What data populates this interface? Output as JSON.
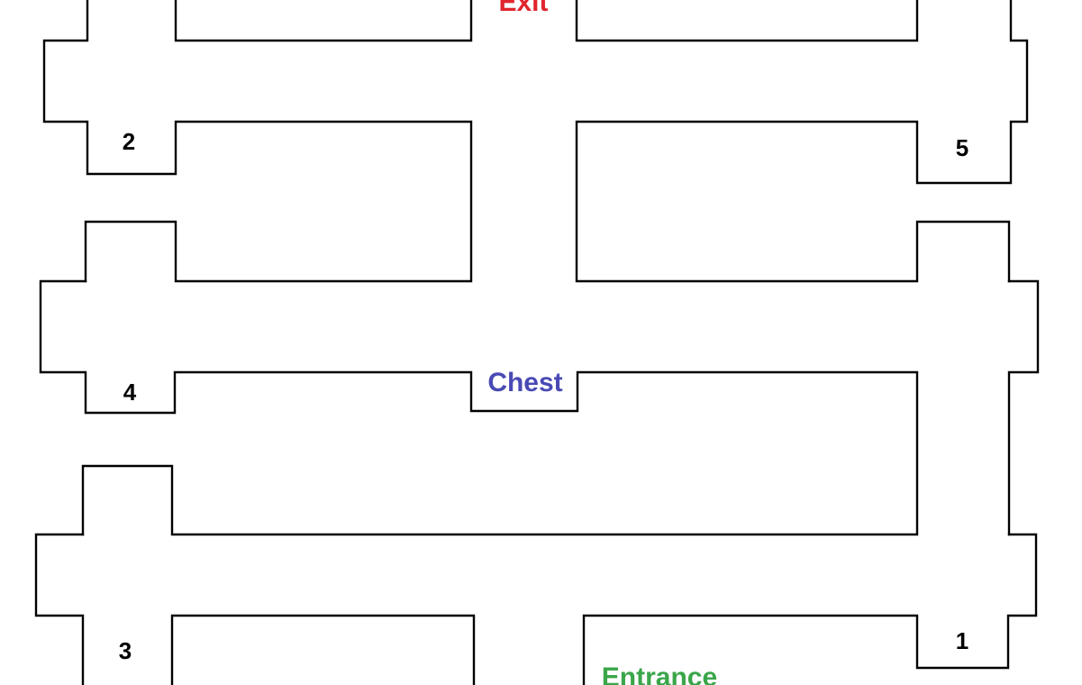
{
  "colors": {
    "wall": "#000000",
    "background": "#ffffff",
    "exit": "#e0262d",
    "chest": "#4a4ab5",
    "entrance": "#3aa64a",
    "number": "#000000"
  },
  "labels": {
    "exit": "Exit",
    "chest": "Chest",
    "entrance": "Entrance",
    "room_1": "1",
    "room_2": "2",
    "room_3": "3",
    "room_4": "4",
    "room_5": "5"
  }
}
